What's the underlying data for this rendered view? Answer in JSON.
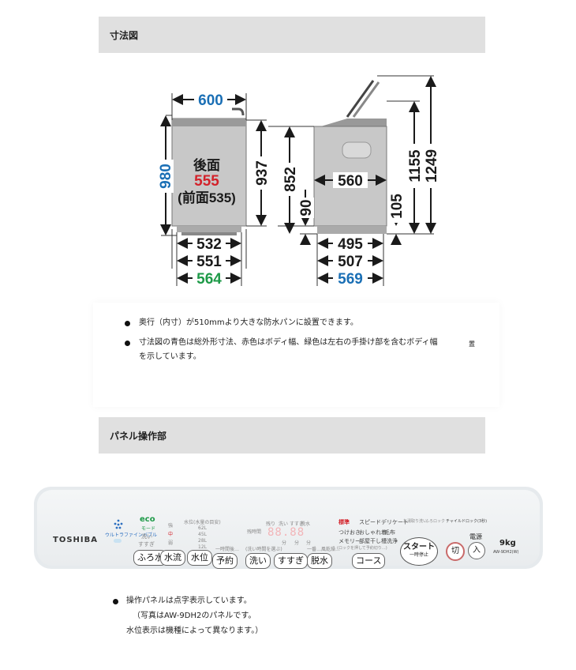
{
  "section1": {
    "title": "寸法図"
  },
  "section2": {
    "title": "パネル操作部"
  },
  "diagram": {
    "colors": {
      "blue": "#1a6fb5",
      "red": "#d3222a",
      "green": "#1e9a48",
      "black": "#1a1a1a"
    },
    "front": {
      "width_total": "600",
      "height_total": "980",
      "height_body": "937",
      "label_back": "後面",
      "width_back": "555",
      "label_front": "(前面535)",
      "base_inner": "532",
      "base_mid": "551",
      "base_outer": "564"
    },
    "side": {
      "height_lid_open": "1249",
      "height_top": "1155",
      "height_body": "852",
      "depth_body": "560",
      "height_base": "90",
      "height_base2": "105",
      "depth_base_inner": "495",
      "depth_base_mid": "507",
      "depth_base_outer": "569"
    }
  },
  "notes": [
    "奥行（内寸）が510mmより大きな防水パンに設置できます。",
    "寸法図の青色は総外形寸法、赤色はボディ幅、緑色は左右の手掛け部を含むボディ幅",
    "を示しています。"
  ],
  "notes_edge_glyph": "置",
  "panel": {
    "brand": "TOSHIBA",
    "eco": "eco",
    "eco_sub": "モード",
    "ultrafine": "ウルトラファインバブル",
    "strength": [
      "強",
      "中",
      "弱"
    ],
    "strength_labels": [
      "洗い",
      "すすぎ"
    ],
    "water_header": "水位(水量の目安)",
    "water_levels": [
      "62L",
      "45L",
      "28L",
      "12L"
    ],
    "buttons": {
      "furo": "ふろ水",
      "suiryu": "水流",
      "suii": "水位",
      "yoyaku": "予約",
      "arai": "洗い",
      "susugi": "すすぎ",
      "dassui": "脱水",
      "course": "コース",
      "start": "スタート",
      "start_sub": "一時停止",
      "off": "切",
      "on": "入"
    },
    "display": {
      "digits": "88.88",
      "labels": [
        "残り",
        "洗い",
        "すすぎ",
        "脱水"
      ],
      "units": [
        "分",
        "分",
        "分"
      ],
      "left_label": "残時間"
    },
    "small_labels": {
      "yoyaku_top": "一時間後…",
      "arai_top": "(洗い時間を選ぶ)",
      "dassui_top": "一番…風乾燥…"
    },
    "courses": [
      [
        "標準",
        "スピード",
        "デリケート"
      ],
      [
        "つけおき",
        "おしゃれ着",
        "毛布"
      ],
      [
        "メモリー",
        "部屋干し",
        "槽洗浄"
      ]
    ],
    "course_small": [
      "お湯取り洗い",
      "ふろロック",
      "チャイルドロック(3秒)"
    ],
    "course_bottom": "(ロックを押して予約切り…)",
    "power": "電源",
    "capacity": "9kg",
    "model": "AW-9DH2(W)"
  },
  "notes2": [
    "操作パネルは点字表示しています。",
    "（写真はAW-9DH2のパネルです。",
    "水位表示は機種によって異なります。）"
  ]
}
